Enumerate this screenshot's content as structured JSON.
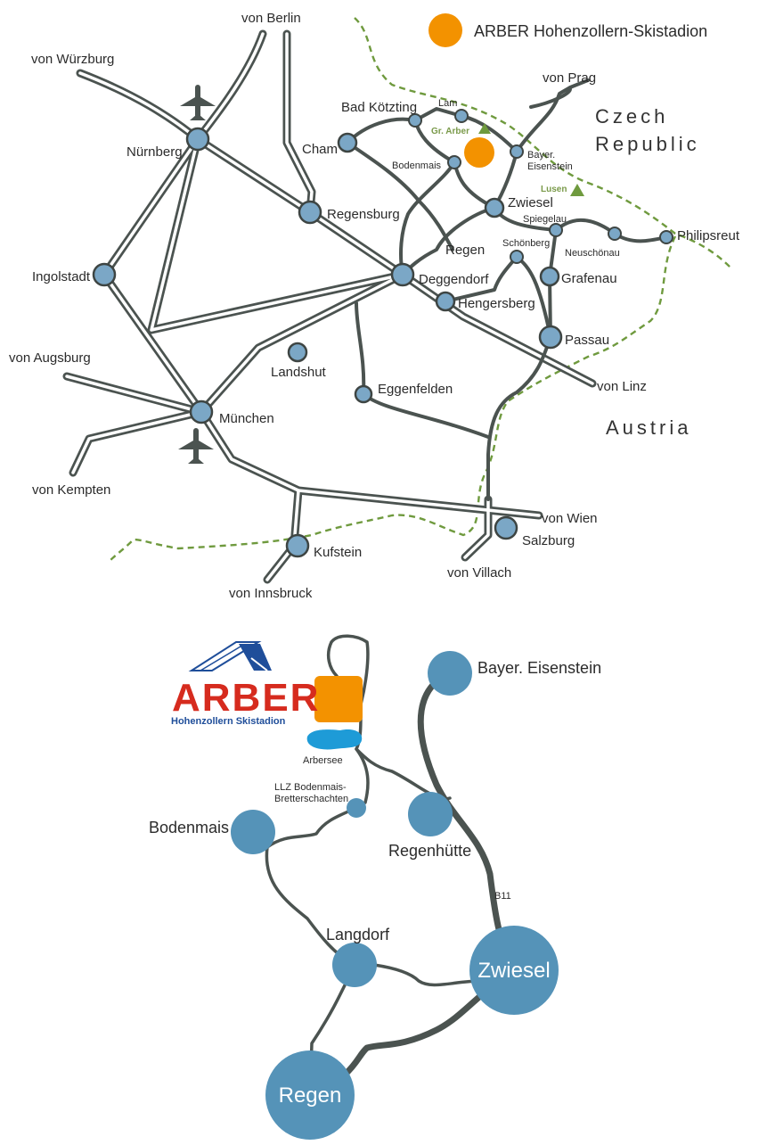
{
  "overview_map": {
    "legend": {
      "label": "ARBER Hohenzollern-Skistadion",
      "marker_color": "#f39200"
    },
    "countries": {
      "czech_line1": "Czech",
      "czech_line2": "Republic",
      "austria": "Austria"
    },
    "mountains": {
      "gr_arber": "Gr. Arber",
      "lusen": "Lusen"
    },
    "directions": {
      "berlin": "von Berlin",
      "wuerzburg": "von Würzburg",
      "prag": "von Prag",
      "augsburg": "von Augsburg",
      "kempten": "von Kempten",
      "linz": "von Linz",
      "wien": "von Wien",
      "villach": "von Villach",
      "innsbruck": "von Innsbruck"
    },
    "cities": {
      "nuernberg": "Nürnberg",
      "regensburg": "Regensburg",
      "ingolstadt": "Ingolstadt",
      "muenchen": "München",
      "landshut": "Landshut",
      "deggendorf": "Deggendorf",
      "hengersberg": "Hengersberg",
      "eggenfelden": "Eggenfelden",
      "passau": "Passau",
      "salzburg": "Salzburg",
      "kufstein": "Kufstein",
      "cham": "Cham",
      "bad_koetzting": "Bad Kötzting",
      "lam": "Lam",
      "bodenmais": "Bodenmais",
      "bayer_eisenstein_1": "Bayer.",
      "bayer_eisenstein_2": "Eisenstein",
      "zwiesel": "Zwiesel",
      "regen": "Regen",
      "spiegelau": "Spiegelau",
      "schoenberg": "Schönberg",
      "neuschoenau": "Neuschönau",
      "grafenau": "Grafenau",
      "philipsreut": "Philipsreut"
    },
    "colors": {
      "road": "#4b5350",
      "city_fill": "#7ba7c6",
      "border": "#6f9a3e",
      "mountain": "#7a9a4a"
    }
  },
  "detail_map": {
    "logo": {
      "word": "ARBER",
      "subtitle": "Hohenzollern Skistadion",
      "word_color": "#d62b1e",
      "subtitle_color": "#1f4e9a"
    },
    "places": {
      "bayer_eisenstein": "Bayer. Eisenstein",
      "arbersee": "Arbersee",
      "llz_line1": "LLZ Bodenmais-",
      "llz_line2": "Bretterschachten",
      "bodenmais": "Bodenmais",
      "regenhuette": "Regenhütte",
      "road_b11": "B11",
      "langdorf": "Langdorf",
      "zwiesel": "Zwiesel",
      "regen": "Regen"
    },
    "colors": {
      "place": "#5593b8",
      "stadium": "#f39200",
      "lake": "#1e9bd7"
    }
  }
}
